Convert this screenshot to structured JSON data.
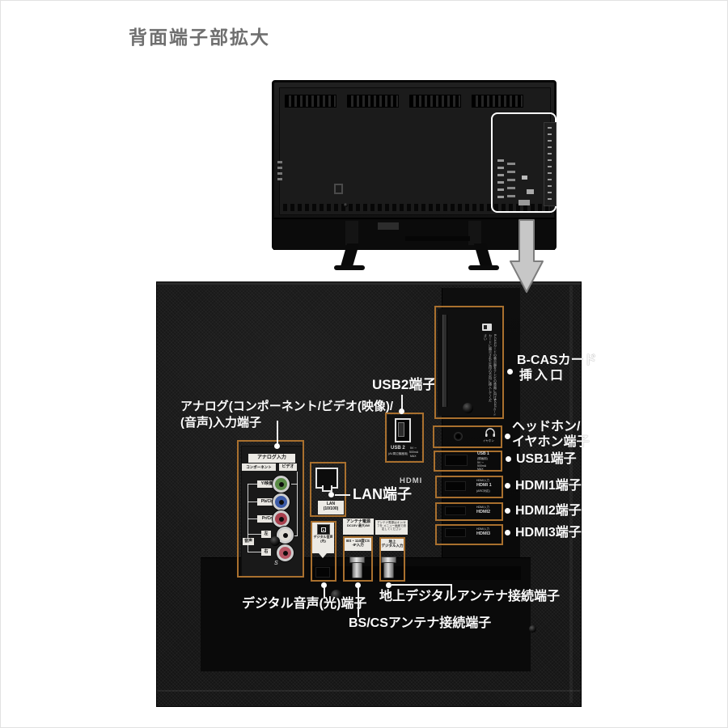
{
  "title": "背面端子部拡大",
  "callouts": {
    "analog_line1": "アナログ(コンポーネント/ビデオ(映像)/",
    "analog_line2": "(音声)入力端子",
    "usb2": "USB2端子",
    "lan": "LAN端子",
    "bcas_line1": "B-CASカード",
    "bcas_line2": "挿入口",
    "headphone_line1": "ヘッドホン/",
    "headphone_line2": "イヤホン端子",
    "usb1": "USB1端子",
    "hdmi1": "HDMI1端子",
    "hdmi2": "HDMI2端子",
    "hdmi3": "HDMI3端子",
    "optical": "デジタル音声(光)端子",
    "bscs": "BS/CSアンテナ接続端子",
    "terrestrial": "地上デジタルアンテナ接続端子"
  },
  "analog_panel": {
    "header": "アナログ入力",
    "component": "コンポーネント",
    "video": "ビデオ",
    "jack_y": "Y/映像",
    "jack_pb": "Pb/Cb",
    "jack_pr": "Pr/Cr",
    "jack_left": "左",
    "jack_right": "右",
    "audio": "音声",
    "s_mark": "S"
  },
  "ports": {
    "usb2_name": "USB 2",
    "usb2_use": "(AV周辺機器用)",
    "usb2_spec1": "5V ⎓",
    "usb2_spec2": "500mA",
    "usb2_spec3": "MAX",
    "lan_tag1": "LAN",
    "lan_tag2": "(10/100)",
    "optical_tag1": "デジタル音声",
    "optical_tag2": "(光)",
    "ant_power1": "アンテナ電源",
    "ant_power2": "DC15V 最大4W",
    "ant_note": "アンテナ電源はオン/オフを メニュー画面で設定してください",
    "bs_tag1": "BS・110度CS",
    "bs_tag2": "-IF入力",
    "terr_tag1": "地上",
    "terr_tag2": "デジタル入力",
    "hdmi_logo": "HDMI",
    "earphone": "イヤホン",
    "usb1_l1": "USB 1",
    "usb1_l2": "(録画用)",
    "usb1_l3": "5V ⎓",
    "usb1_l4": "500mA",
    "usb1_l5": "MAX",
    "hdmi_in": "HDMI入力",
    "hdmi1_name": "HDMI 1",
    "hdmi1_sub": "(ARC対応)",
    "hdmi2_name": "HDMI2",
    "hdmi3_name": "HDMI3",
    "bcas_instruction": "B-CASカードの表示面をテレビの背面に向けてカードに図示された矢印の方向に挿入してください",
    "bcas_side": "B-CASカード"
  },
  "colors": {
    "highlight_box": "#a9702e",
    "label_text": "#ffffff",
    "title_text": "#6f6f6f"
  }
}
